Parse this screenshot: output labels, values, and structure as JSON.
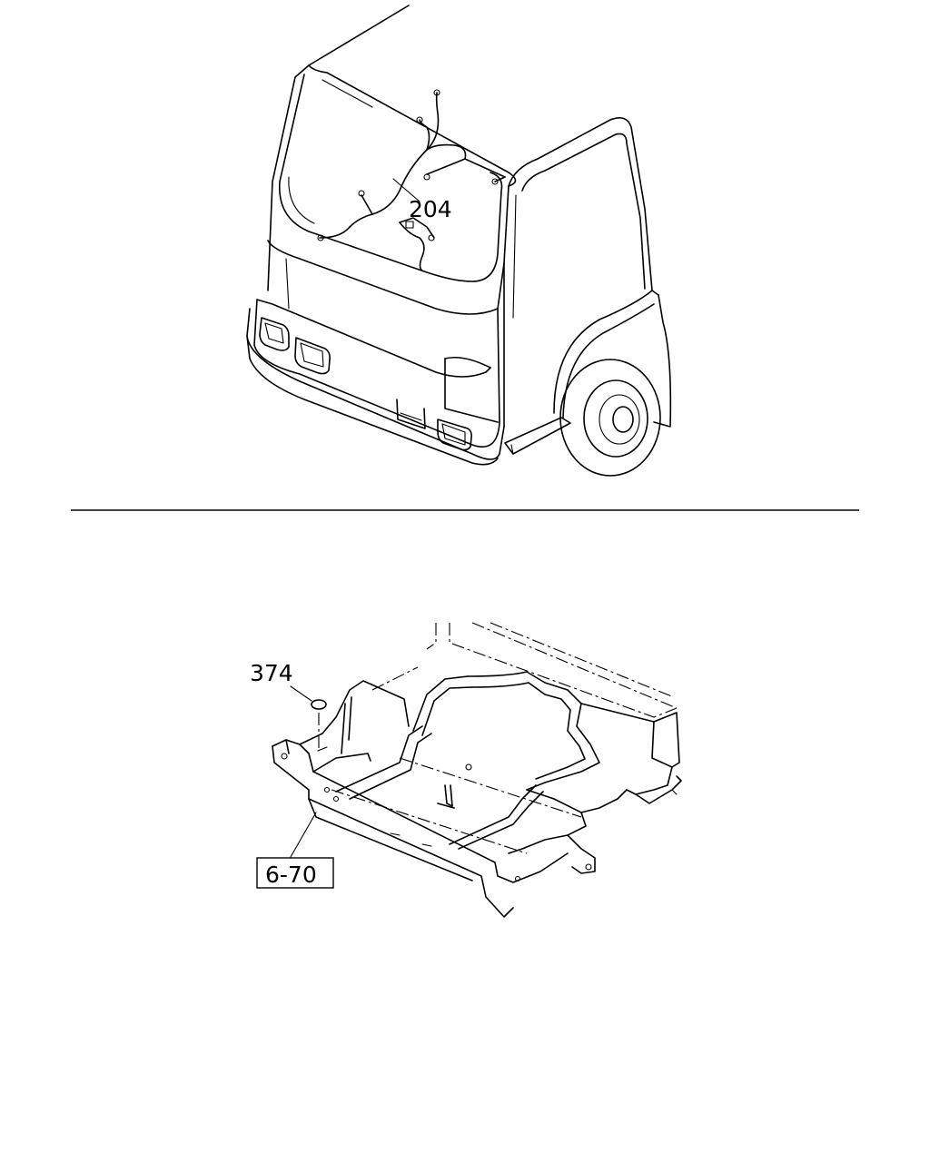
{
  "callouts": {
    "harness": "204",
    "plug": "374",
    "ref_box": "6-70"
  },
  "colors": {
    "line": "#000000",
    "background": "#ffffff"
  }
}
